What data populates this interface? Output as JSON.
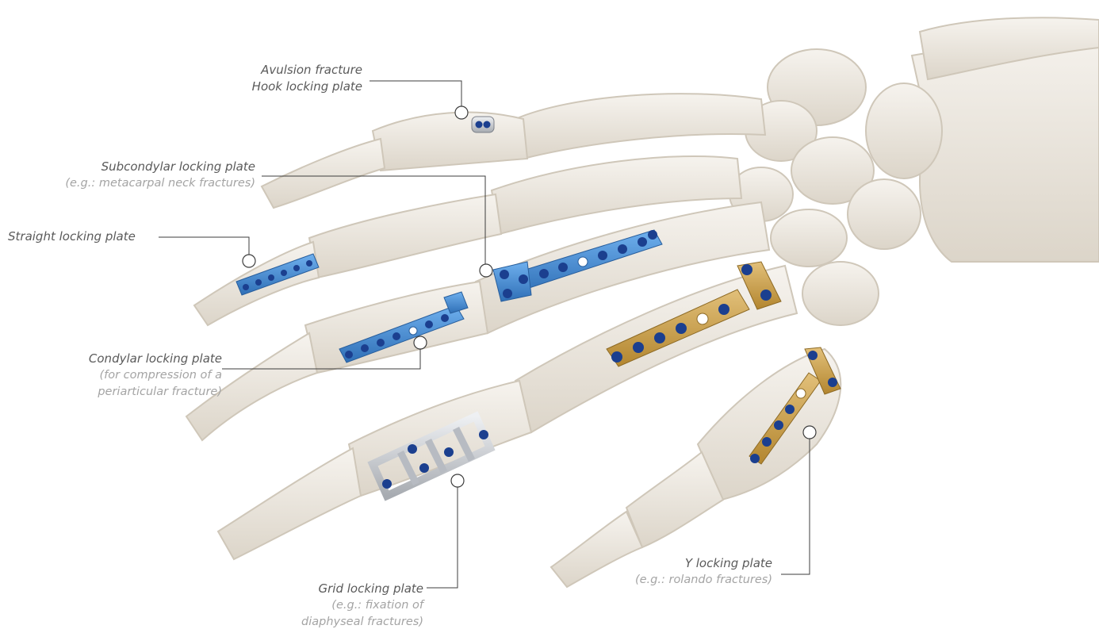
{
  "colors": {
    "bone": "#ebe6dd",
    "bone_shadow": "#cfc7b9",
    "blue_plate": "#3f86cf",
    "gold_plate": "#c9a14a",
    "silver_plate": "#c9ccd1",
    "screw": "#1b3f8f",
    "leader_line": "#3c3c3c",
    "label_text": "#5a5a5a",
    "sub_text": "#a4a4a4"
  },
  "annotations": [
    {
      "id": "avulsion",
      "title": "Avulsion fracture",
      "title2": "Hook locking plate",
      "note": ""
    },
    {
      "id": "subcondylar",
      "title": "Subcondylar locking plate",
      "note": "(e.g.: metacarpal neck fractures)"
    },
    {
      "id": "straight",
      "title": "Straight locking plate",
      "note": ""
    },
    {
      "id": "condylar",
      "title": "Condylar locking plate",
      "note": "(for compression of a",
      "note2": "periarticular fracture)"
    },
    {
      "id": "grid",
      "title": "Grid locking plate",
      "note": "(e.g.: fixation of",
      "note2": "diaphyseal fractures)"
    },
    {
      "id": "y",
      "title": "Y locking plate",
      "note": "(e.g.: rolando fractures)"
    }
  ]
}
